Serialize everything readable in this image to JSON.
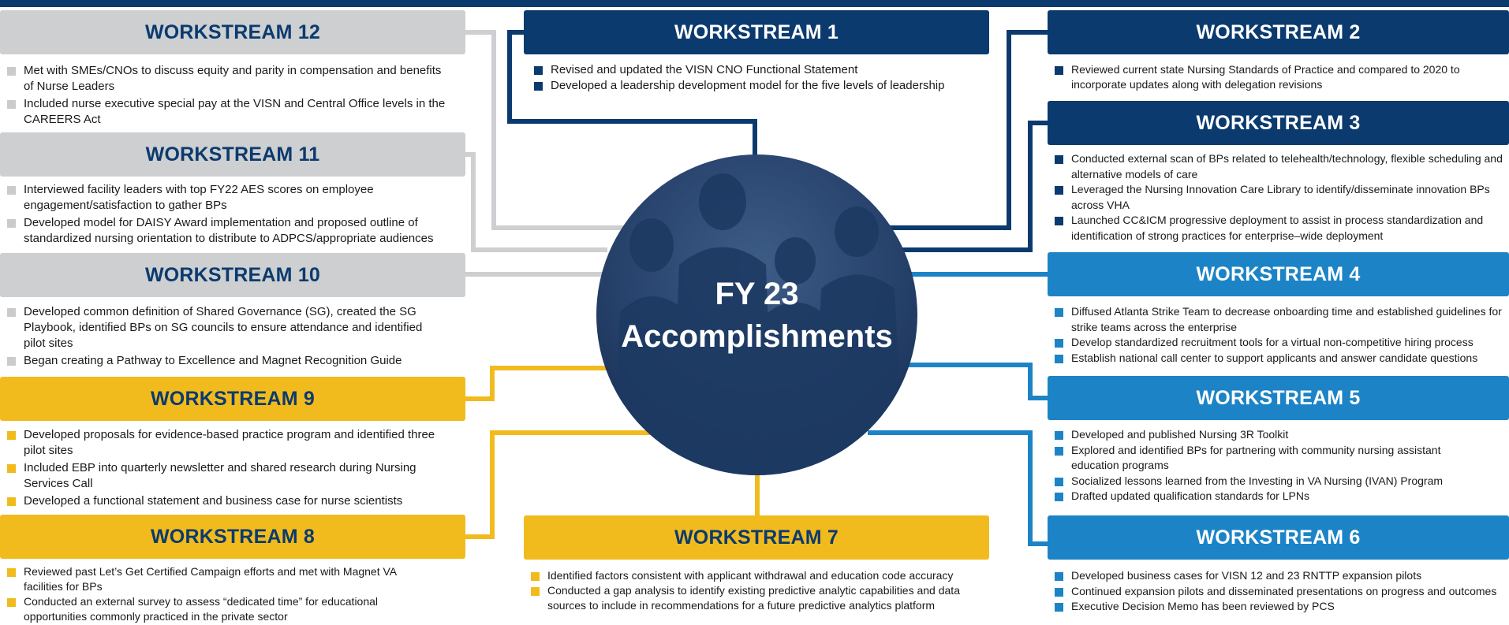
{
  "center": {
    "title_line1": "FY 23",
    "title_line2": "Accomplishments"
  },
  "colors": {
    "navy": "#0b3a6e",
    "gray": "#cdcfd1",
    "gold": "#f1bb1e",
    "blue": "#1c84c6"
  },
  "workstreams": {
    "ws1": {
      "title": "WORKSTREAM 1",
      "items": [
        "Revised and updated the VISN CNO Functional Statement",
        "Developed a leadership development model for the five levels of leadership"
      ]
    },
    "ws2": {
      "title": "WORKSTREAM 2",
      "items": [
        "Reviewed current  state Nursing Standards of Practice and compared to 2020 to incorporate updates along with delegation revisions"
      ]
    },
    "ws3": {
      "title": "WORKSTREAM 3",
      "items": [
        "Conducted external scan of BPs related to telehealth/technology, flexible scheduling and alternative models of care",
        "Leveraged the Nursing Innovation Care Library to identify/disseminate innovation BPs across VHA",
        "Launched CC&ICM progressive deployment to assist in process standardization and identification of strong practices for enterprise–wide deployment"
      ]
    },
    "ws4": {
      "title": "WORKSTREAM 4",
      "items": [
        "Diffused Atlanta Strike Team to decrease onboarding time and established guidelines for strike teams across the enterprise",
        "Develop standardized recruitment tools for a virtual non-competitive hiring process",
        "Establish national call center to support applicants and answer candidate questions"
      ]
    },
    "ws5": {
      "title": "WORKSTREAM 5",
      "items": [
        "Developed and published Nursing 3R Toolkit",
        "Explored and identified BPs for partnering with community nursing assistant education programs",
        "Socialized lessons learned from the Investing in VA Nursing (IVAN) Program",
        "Drafted updated qualification standards for LPNs"
      ]
    },
    "ws6": {
      "title": "WORKSTREAM 6",
      "items": [
        "Developed business cases for VISN 12 and 23 RNTTP expansion pilots",
        "Continued expansion pilots and disseminated presentations on progress and outcomes",
        "Executive Decision Memo has been reviewed by PCS"
      ]
    },
    "ws7": {
      "title": "WORKSTREAM 7",
      "items": [
        "Identified factors consistent with applicant withdrawal and education code accuracy",
        "Conducted a gap analysis to identify existing predictive analytic capabilities and data sources to include in recommendations for a future predictive analytics platform"
      ]
    },
    "ws8": {
      "title": "WORKSTREAM 8",
      "items": [
        "Reviewed past Let’s Get Certified Campaign efforts and met with Magnet VA facilities for BPs",
        "Conducted an external survey to assess “dedicated time” for educational opportunities commonly practiced in the private sector"
      ]
    },
    "ws9": {
      "title": "WORKSTREAM 9",
      "items": [
        "Developed proposals for evidence-based practice program and identified three pilot sites",
        "Included EBP into quarterly newsletter and shared research during Nursing Services Call",
        "Developed a functional statement and business case for nurse scientists"
      ]
    },
    "ws10": {
      "title": "WORKSTREAM 10",
      "items": [
        "Developed common definition of Shared Governance (SG), created the SG Playbook, identified BPs on SG councils to ensure attendance and identified pilot sites",
        "Began creating a Pathway to Excellence and Magnet Recognition Guide"
      ]
    },
    "ws11": {
      "title": "WORKSTREAM 11",
      "items": [
        "Interviewed facility leaders with top FY22 AES scores on employee engagement/satisfaction to gather BPs",
        "Developed model for DAISY Award implementation and proposed outline of standardized nursing orientation to distribute to ADPCS/appropriate audiences"
      ]
    },
    "ws12": {
      "title": "WORKSTREAM 12",
      "items": [
        "Met with SMEs/CNOs to discuss equity and parity in compensation and benefits of Nurse Leaders",
        "Included nurse executive special pay at the VISN and Central Office levels in the CAREERS Act"
      ]
    }
  }
}
